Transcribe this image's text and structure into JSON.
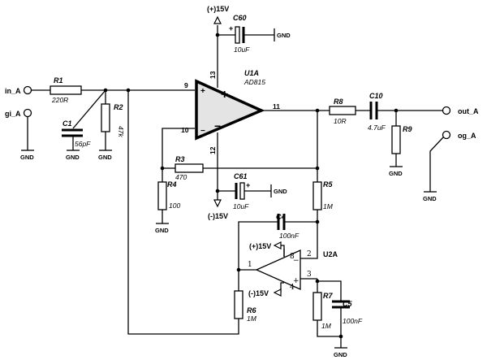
{
  "terminals": {
    "in_a": "in_A",
    "gi_a": "gi_A",
    "out_a": "out_A",
    "og_a": "og_A"
  },
  "ground_label": "GND",
  "rails": {
    "pos15": "(+)15V",
    "neg15": "(-)15V"
  },
  "opamp_u1": {
    "ref": "U1A",
    "part": "AD815",
    "pin_plus_in": "9",
    "pin_minus_in": "10",
    "pin_out": "11",
    "pin_vpos": "13",
    "pin_vneg": "12"
  },
  "opamp_u2": {
    "ref": "U2A",
    "pin_out": "1",
    "pin_minus_in": "2",
    "pin_plus_in": "3",
    "pin_vpos": "8",
    "pin_vneg": "4"
  },
  "components": {
    "r1": {
      "ref": "R1",
      "value": "220R"
    },
    "r2": {
      "ref": "R2",
      "value": "47k"
    },
    "c1": {
      "ref": "C1",
      "value": "56pF"
    },
    "c60": {
      "ref": "C60",
      "value": "10uF"
    },
    "c61": {
      "ref": "C61",
      "value": "10uF"
    },
    "r3": {
      "ref": "R3",
      "value": "470"
    },
    "r4": {
      "ref": "R4",
      "value": "100"
    },
    "r8": {
      "ref": "R8",
      "value": "10R"
    },
    "c10": {
      "ref": "C10",
      "value": "4.7uF"
    },
    "r9": {
      "ref": "R9",
      "value": ""
    },
    "r5": {
      "ref": "R5",
      "value": "1M"
    },
    "c4": {
      "ref": "C4",
      "value": "100nF"
    },
    "r6": {
      "ref": "R6",
      "value": "1M"
    },
    "r7": {
      "ref": "R7",
      "value": "1M"
    },
    "c5": {
      "ref": "C5",
      "value": "100nF"
    }
  },
  "symbols": {
    "plus": "+",
    "minus": "−"
  }
}
